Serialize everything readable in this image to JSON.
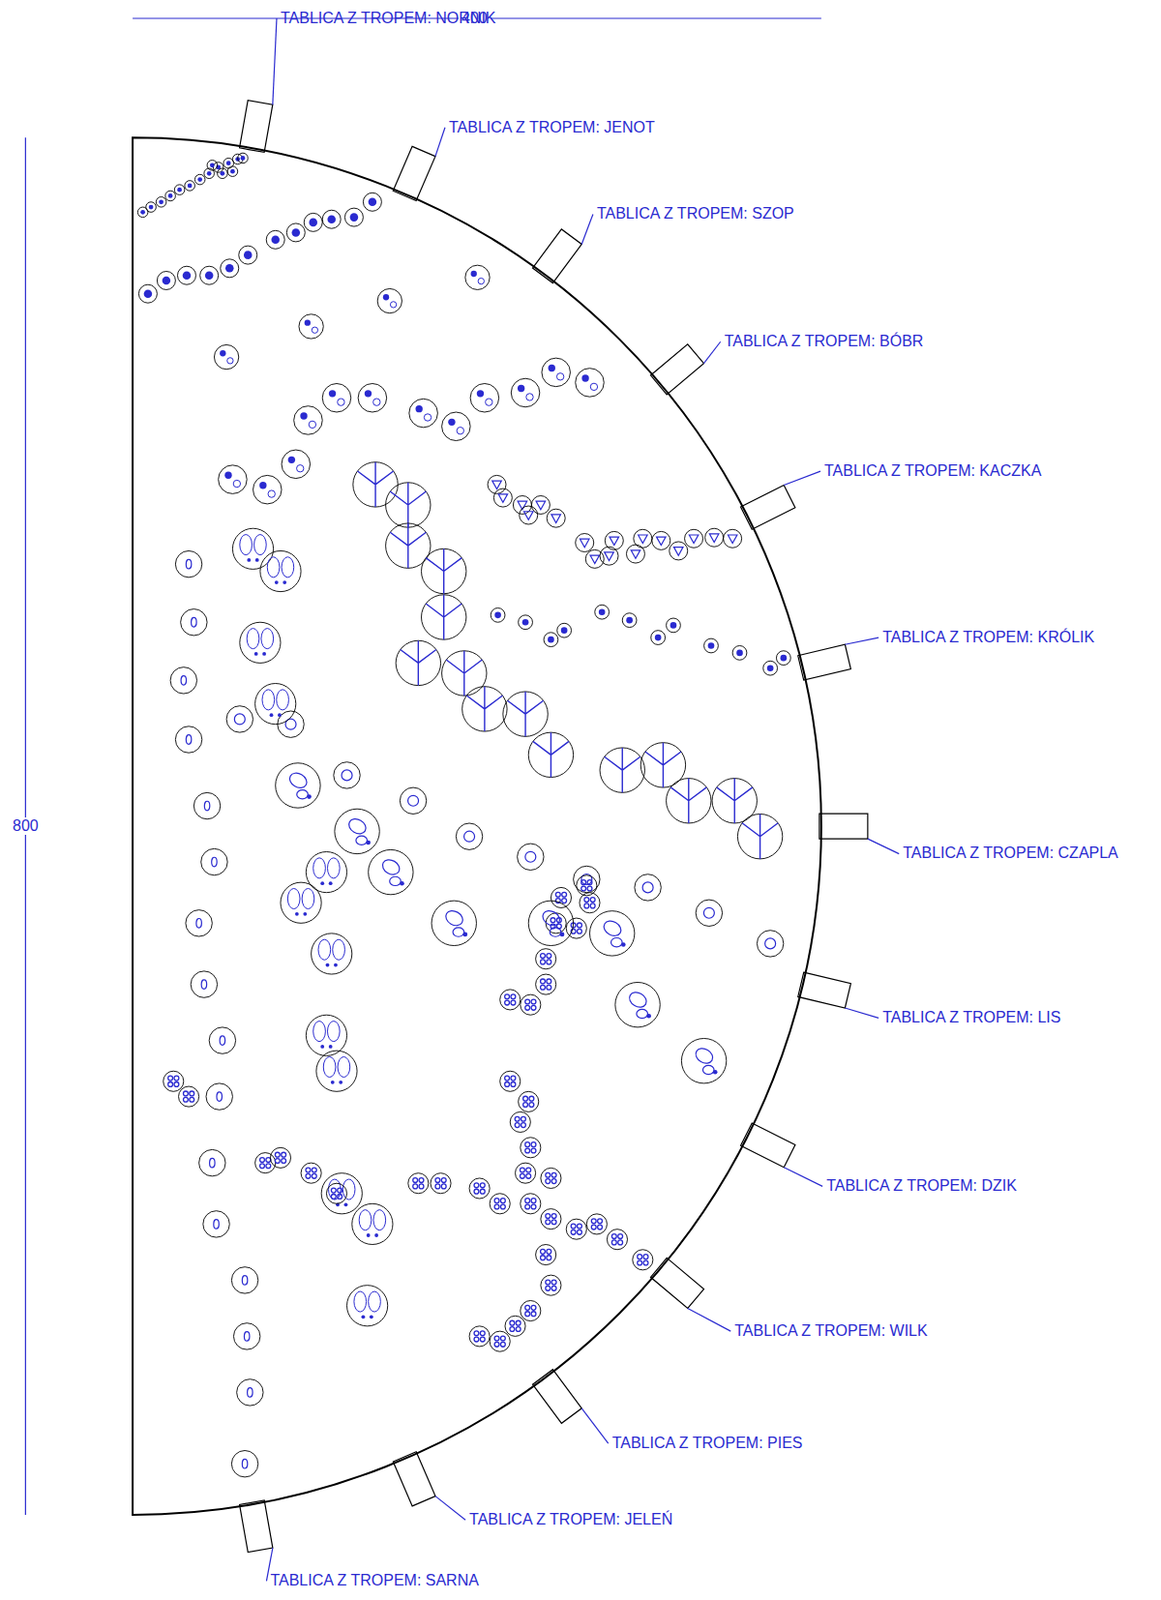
{
  "diagram": {
    "labels": [
      "400",
      "800",
      "TABLICA Z TROPEM: NORNIK",
      "TABLICA Z TROPEM: JENOT",
      "TABLICA Z TROPEM: SZOP",
      "TABLICA Z TROPEM: BÓBR",
      "TABLICA Z TROPEM: KACZKA",
      "TABLICA Z TROPEM: KRÓLIK",
      "TABLICA Z TROPEM: CZAPLA",
      "TABLICA Z TROPEM: LIS",
      "TABLICA Z TROPEM: DZIK",
      "TABLICA Z TROPEM: WILK",
      "TABLICA Z TROPEM: PIES",
      "TABLICA Z TROPEM: JELEŃ",
      "TABLICA Z TROPEM: SARNA"
    ]
  }
}
